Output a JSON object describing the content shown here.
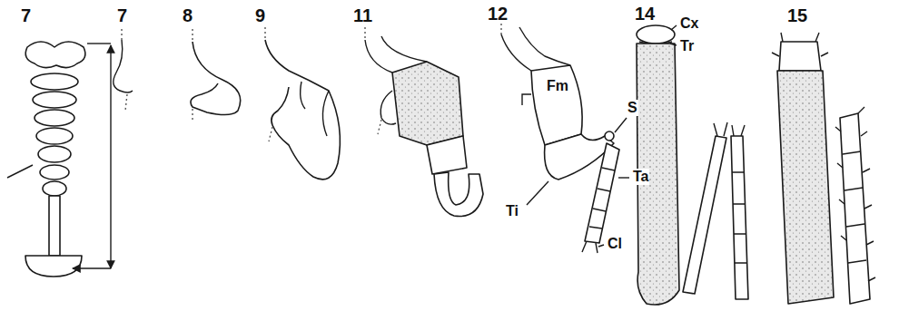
{
  "diagram": {
    "labels": [
      "7",
      "7",
      "8",
      "9",
      "11",
      "12",
      "Fm",
      "S",
      "Ti",
      "Ta",
      "Cl",
      "14",
      "Cx",
      "Tr",
      "15"
    ]
  }
}
